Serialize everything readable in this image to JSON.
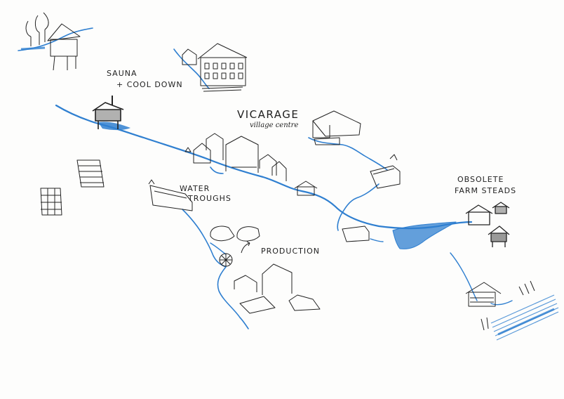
{
  "labels": {
    "sauna": "SAUNA",
    "cool_down": "+ COOL DOWN",
    "vicarage": "VICARAGE",
    "village_centre": "village centre",
    "water": "WATER",
    "troughs": "TROUGHS",
    "production": "PRODUCTION",
    "obsolete": "OBSOLETE",
    "farm_steads": "FARM STEADS"
  },
  "colors": {
    "water": "#2f7fd0",
    "ink": "#222222",
    "paper": "#fdfdfc"
  }
}
